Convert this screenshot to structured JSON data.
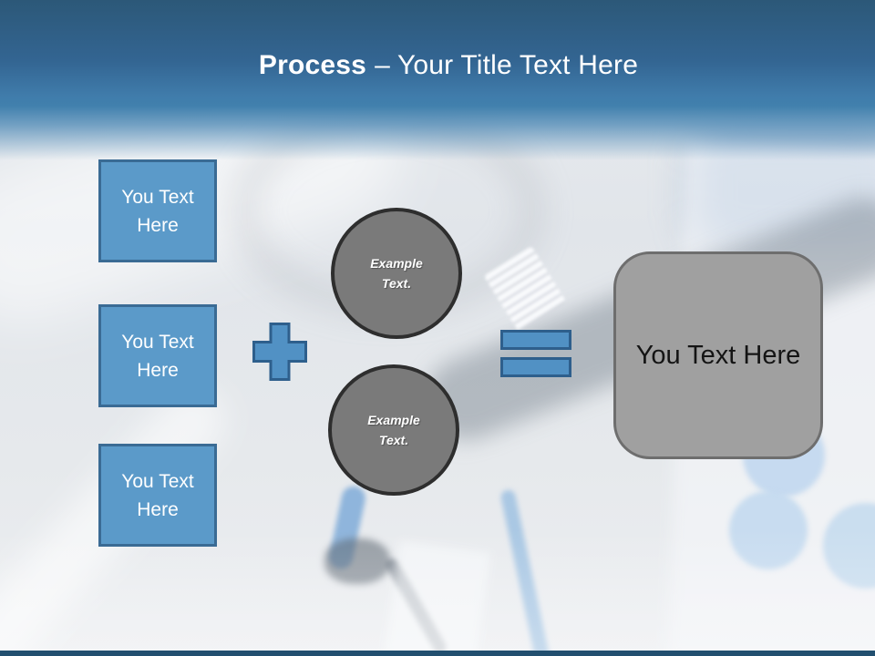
{
  "title": {
    "bold": "Process",
    "regular": "– Your Title Text Here"
  },
  "left_column": {
    "boxes": [
      {
        "label": "You Text Here"
      },
      {
        "label": "You Text Here"
      },
      {
        "label": "You Text Here"
      }
    ]
  },
  "circles": [
    {
      "label": "Example Text."
    },
    {
      "label": "Example Text."
    }
  ],
  "result": {
    "label": "You Text Here"
  },
  "icons": {
    "plus": "plus-icon",
    "equals": "equals-icon"
  },
  "colors": {
    "header_top": "#2c5878",
    "header_bottom": "#4180ad",
    "footer_bar": "#224f6f",
    "box_fill": "#5b9ac9",
    "box_border": "#3a6b94",
    "operator_fill": "#5191c4",
    "operator_border": "#2e5f8c",
    "circle_fill": "#7a7a7a",
    "circle_border": "#2e2e2e",
    "result_fill": "#a0a0a0",
    "result_border": "#6e6e6e",
    "title_text": "#ffffff"
  }
}
